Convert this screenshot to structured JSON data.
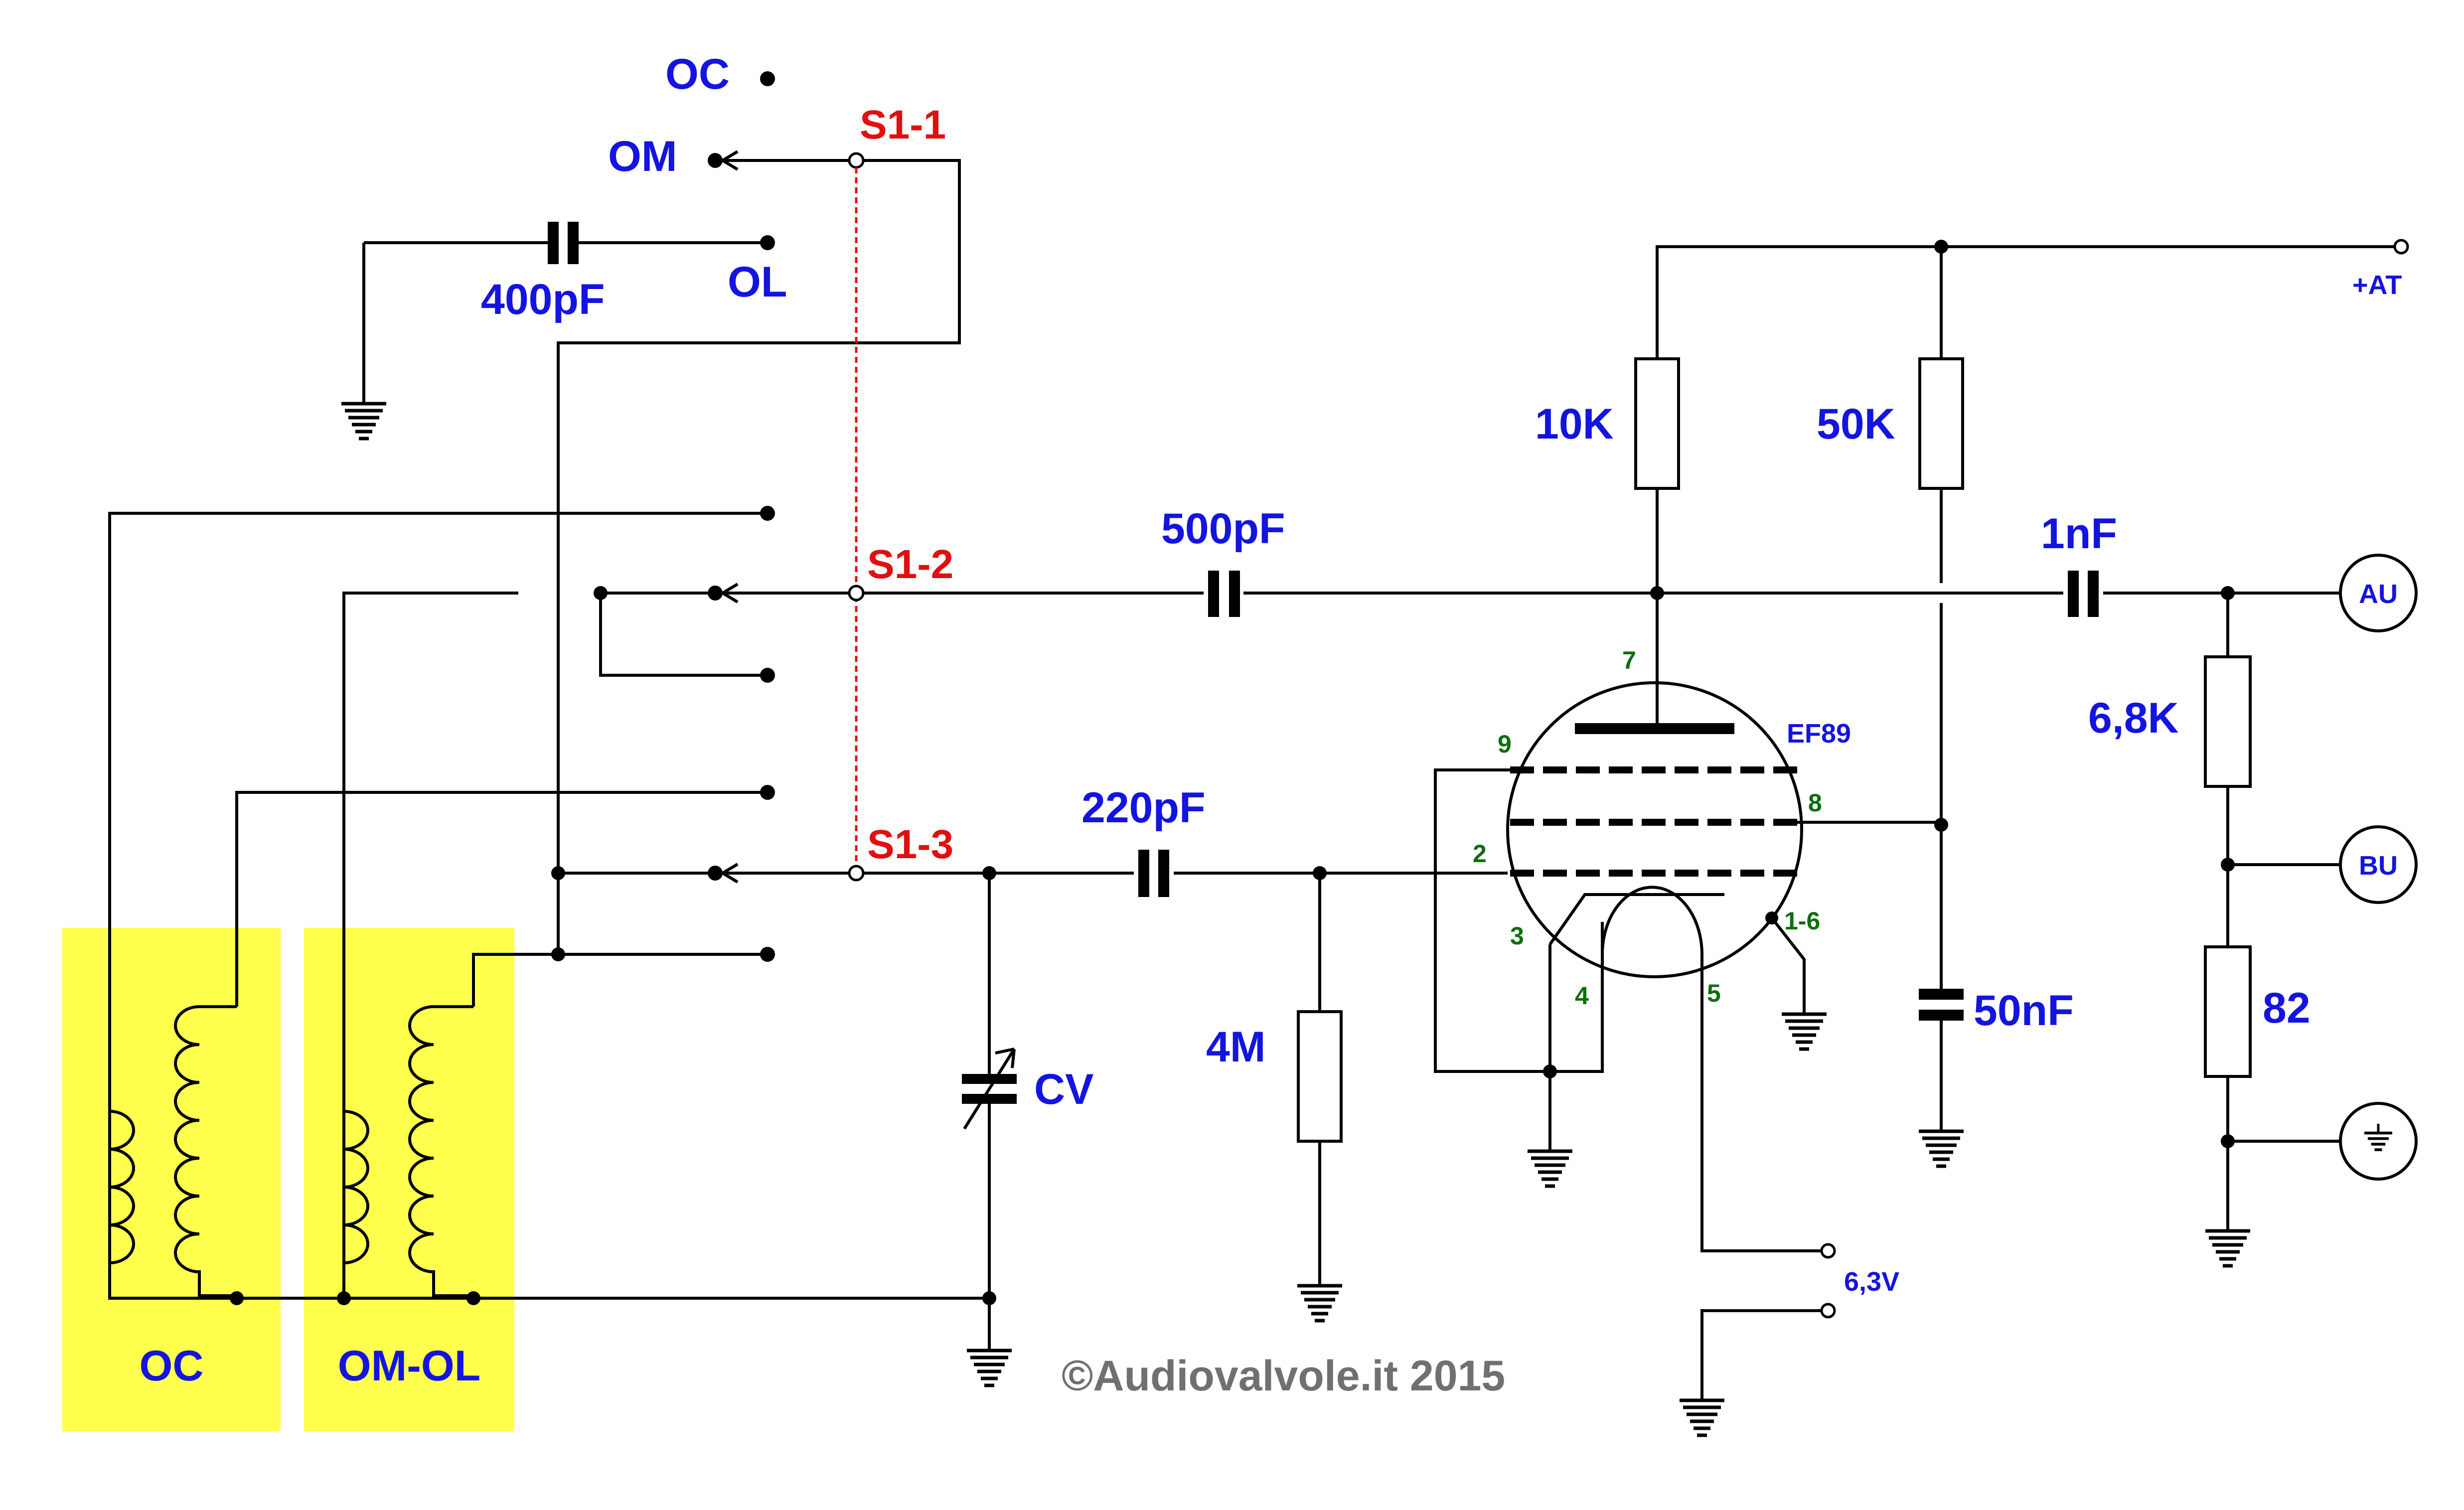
{
  "switch": {
    "s1_1": "S1-1",
    "s1_2": "S1-2",
    "s1_3": "S1-3",
    "pos_oc": "OC",
    "pos_om": "OM",
    "pos_ol": "OL"
  },
  "components": {
    "c_400": "400pF",
    "c_500": "500pF",
    "c_220": "220pF",
    "c_1n": "1nF",
    "c_50n": "50nF",
    "cv": "CV",
    "r_10k": "10K",
    "r_50k": "50K",
    "r_6k8": "6,8K",
    "r_82": "82",
    "r_4m": "4M"
  },
  "tube": {
    "name": "EF89",
    "pin_7": "7",
    "pin_9": "9",
    "pin_8": "8",
    "pin_2": "2",
    "pin_3": "3",
    "pin_4": "4",
    "pin_5": "5",
    "pin_16": "1-6"
  },
  "terminals": {
    "at": "+AT",
    "au": "AU",
    "bu": "BU",
    "heater": "6,3V"
  },
  "coils": {
    "oc": "OC",
    "om_ol": "OM-OL"
  },
  "copyright": "©Audiovalvole.it 2015",
  "colors": {
    "label": "#1414e0",
    "switch_label": "#e01010",
    "pin_label": "#0d6e0d",
    "coil_highlight": "#ffff4d",
    "gang_line": "#e01010"
  }
}
